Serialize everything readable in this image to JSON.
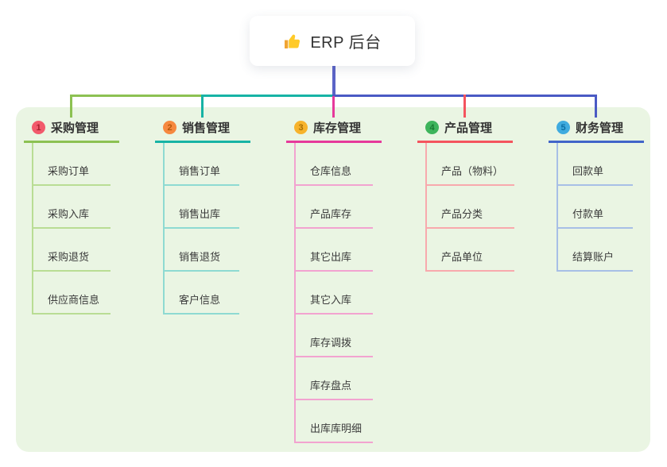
{
  "root": {
    "title": "ERP 后台",
    "icon": "thumbs-up-icon"
  },
  "canvas": {
    "panel_bg": "#eaf5e3",
    "page_bg": "#ffffff"
  },
  "connectors": {
    "root_stem_color": "#5b64c7",
    "right_bus_color": "#4a5ac4"
  },
  "branches": [
    {
      "badge": "1",
      "badge_bg": "#f25a6c",
      "badge_fg": "#a8202f",
      "label": "采购管理",
      "color": "#8cc152",
      "light_color": "#b9dd94",
      "children": [
        "采购订单",
        "采购入库",
        "采购退货",
        "供应商信息"
      ]
    },
    {
      "badge": "2",
      "badge_bg": "#f6883f",
      "badge_fg": "#b5560b",
      "label": "销售管理",
      "color": "#17b3a5",
      "light_color": "#8edad2",
      "children": [
        "销售订单",
        "销售出库",
        "销售退货",
        "客户信息"
      ]
    },
    {
      "badge": "3",
      "badge_bg": "#f7b32c",
      "badge_fg": "#a96f00",
      "label": "库存管理",
      "color": "#e6399b",
      "light_color": "#f2a3d0",
      "children": [
        "仓库信息",
        "产品库存",
        "其它出库",
        "其它入库",
        "库存调拨",
        "库存盘点",
        "出库库明细"
      ]
    },
    {
      "badge": "4",
      "badge_bg": "#3eb45c",
      "badge_fg": "#187a31",
      "label": "产品管理",
      "color": "#f4545e",
      "light_color": "#f8a9ad",
      "children": [
        "产品（物料）",
        "产品分类",
        "产品单位"
      ]
    },
    {
      "badge": "5",
      "badge_bg": "#3fabdf",
      "badge_fg": "#0c6fa4",
      "label": "财务管理",
      "color": "#4164c9",
      "light_color": "#a7bfe6",
      "children": [
        "回款单",
        "付款单",
        "结算账户"
      ]
    }
  ]
}
